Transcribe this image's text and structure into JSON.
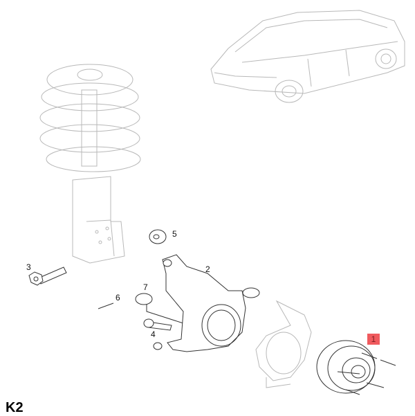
{
  "diagram": {
    "group_code": "K2",
    "callouts": [
      {
        "number": "1",
        "part": "wheel-hub",
        "highlighted": true
      },
      {
        "number": "2",
        "part": "steering-knuckle"
      },
      {
        "number": "3",
        "part": "bolt"
      },
      {
        "number": "4",
        "part": "bolt"
      },
      {
        "number": "5",
        "part": "nut"
      },
      {
        "number": "6",
        "part": "cotter-pin"
      },
      {
        "number": "7",
        "part": "castle-nut"
      }
    ],
    "colors": {
      "highlight": "#f05a5e",
      "context_lines": "#b8b8b8",
      "part_lines": "#333333"
    }
  }
}
